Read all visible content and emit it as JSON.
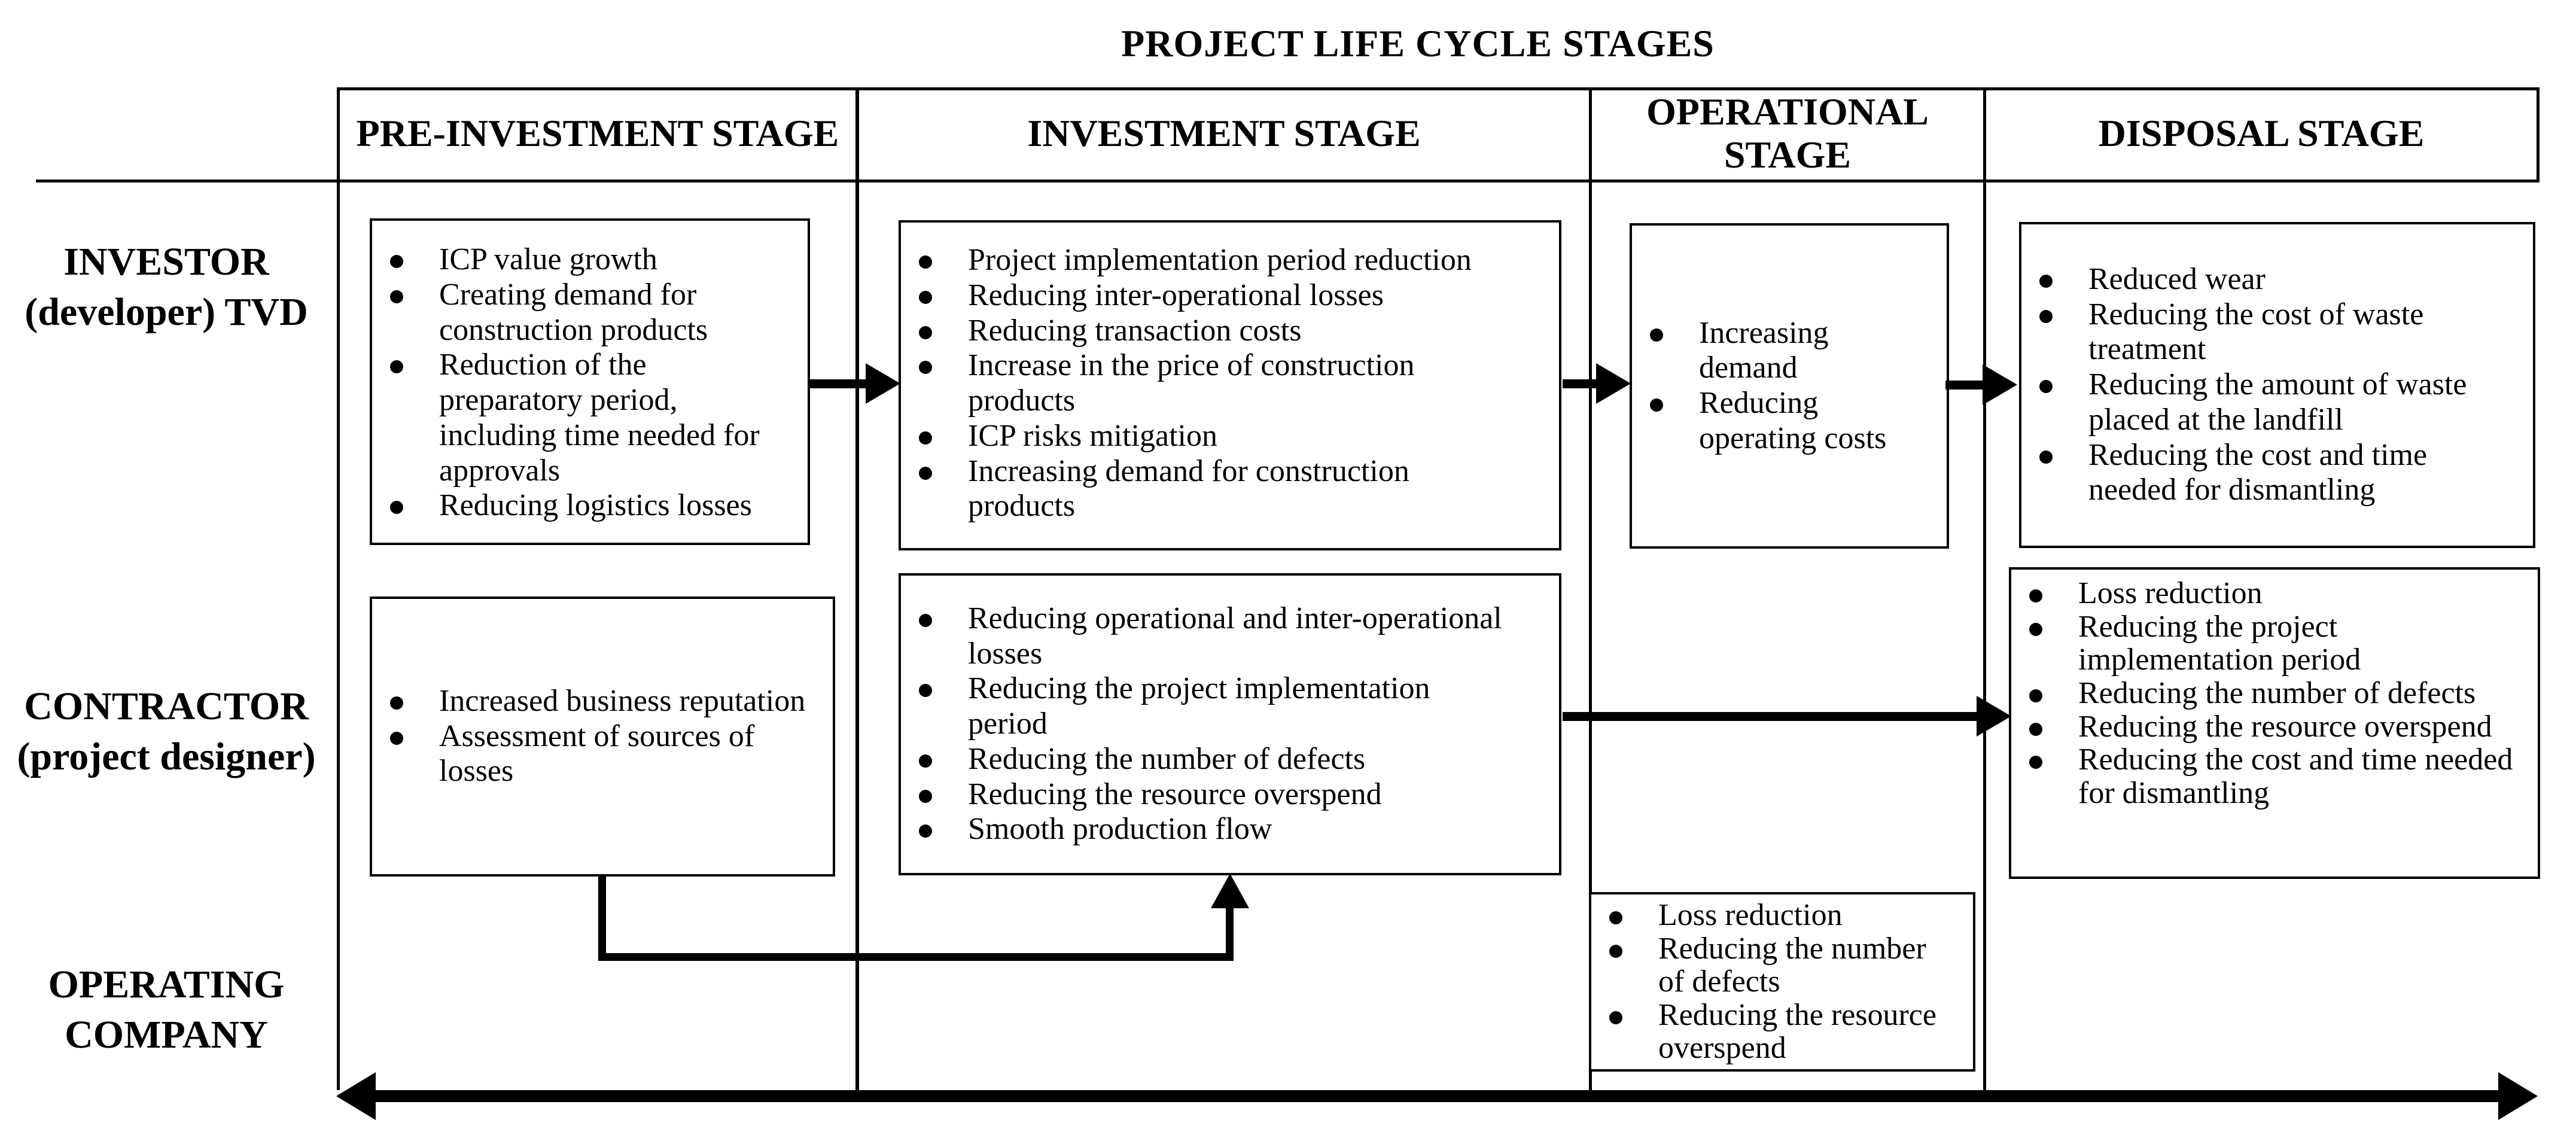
{
  "title": "PROJECT LIFE CYCLE STAGES",
  "colors": {
    "ink": "#000000",
    "paper": "#ffffff"
  },
  "columns": {
    "pre_investment": "PRE-INVESTMENT STAGE",
    "investment": "INVESTMENT STAGE",
    "operational": "OPERATIONAL STAGE",
    "disposal": "DISPOSAL STAGE"
  },
  "rows": {
    "investor": {
      "lines": [
        "INVESTOR",
        "(developer) TVD"
      ]
    },
    "contractor": {
      "lines": [
        "CONTRACTOR",
        "(project designer)"
      ]
    },
    "operating_company": {
      "lines": [
        "OPERATING",
        "COMPANY"
      ]
    }
  },
  "boxes": {
    "investor_pre_investment": [
      "ICP value growth",
      "Creating demand for construction products",
      "Reduction of the preparatory period, including time needed for approvals",
      "Reducing logistics losses"
    ],
    "investor_investment": [
      "Project implementation period reduction",
      "Reducing inter-operational losses",
      "Reducing transaction costs",
      "Increase in the price of construction products",
      "ICP risks mitigation",
      "Increasing demand for construction products"
    ],
    "investor_operational": [
      "Increasing demand",
      "Reducing operating costs"
    ],
    "investor_disposal": [
      "Reduced wear",
      "Reducing the cost of waste treatment",
      "Reducing the amount of waste placed at the landfill",
      "Reducing the cost and time needed for dismantling"
    ],
    "contractor_pre_investment": [
      "Increased business reputation",
      "Assessment of sources of losses"
    ],
    "contractor_investment": [
      "Reducing operational and inter-operational losses",
      "Reducing the project implementation period",
      "Reducing the number of defects",
      "Reducing the resource overspend",
      "Smooth production flow"
    ],
    "contractor_disposal": [
      "Loss reduction",
      "Reducing the project implementation period",
      "Reducing the number of defects",
      "Reducing the resource overspend",
      "Reducing the cost and time needed for dismantling"
    ],
    "operating_company_operational": [
      "Loss reduction",
      "Reducing the number of defects",
      "Reducing the resource overspend"
    ]
  }
}
